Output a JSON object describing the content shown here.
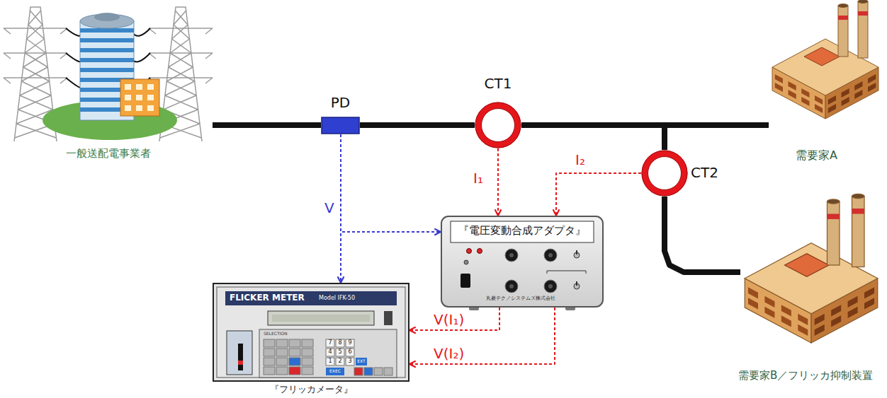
{
  "diagram": {
    "nodes": [
      {
        "text": [
          "一般送配電事業者"
        ]
      },
      {
        "text": [
          "PD"
        ]
      },
      {
        "text": [
          "CT1"
        ]
      },
      {
        "text": [
          "需要家A"
        ]
      },
      {
        "text": [
          "CT2"
        ]
      },
      {
        "text": [
          "『電圧変動合成アダプタ』"
        ]
      },
      {
        "text": [
          "FLICKER METER",
          "Model IFK-50",
          "『フリッカメータ』"
        ]
      },
      {
        "text": [
          "需要家B／フリッカ抑制装置"
        ]
      }
    ],
    "edges": [
      {
        "from": 0,
        "to": 1,
        "arrow": "none"
      },
      {
        "from": 1,
        "to": 2,
        "arrow": "none"
      },
      {
        "from": 2,
        "to": 3,
        "arrow": "none"
      },
      {
        "from": 2,
        "to": 4,
        "arrow": "none"
      },
      {
        "from": 4,
        "to": 7,
        "arrow": "none"
      },
      {
        "from": 1,
        "to": 6,
        "arrow": "to",
        "label": "V"
      },
      {
        "from": 1,
        "to": 5,
        "arrow": "to"
      },
      {
        "from": 2,
        "to": 5,
        "arrow": "to",
        "label": "I₁"
      },
      {
        "from": 4,
        "to": 5,
        "arrow": "to",
        "label": "I₂"
      },
      {
        "from": 5,
        "to": 6,
        "arrow": "to",
        "label": "V(I₁)"
      },
      {
        "from": 5,
        "to": 6,
        "arrow": "to",
        "label": "V(I₂)"
      }
    ],
    "labels": [
      "SELECTION",
      "7",
      "8",
      "9",
      "4",
      "5",
      "6",
      "1",
      "2",
      "3",
      "EXT",
      "EXEC",
      "丸菱テクノシステムズ株式会社"
    ]
  }
}
